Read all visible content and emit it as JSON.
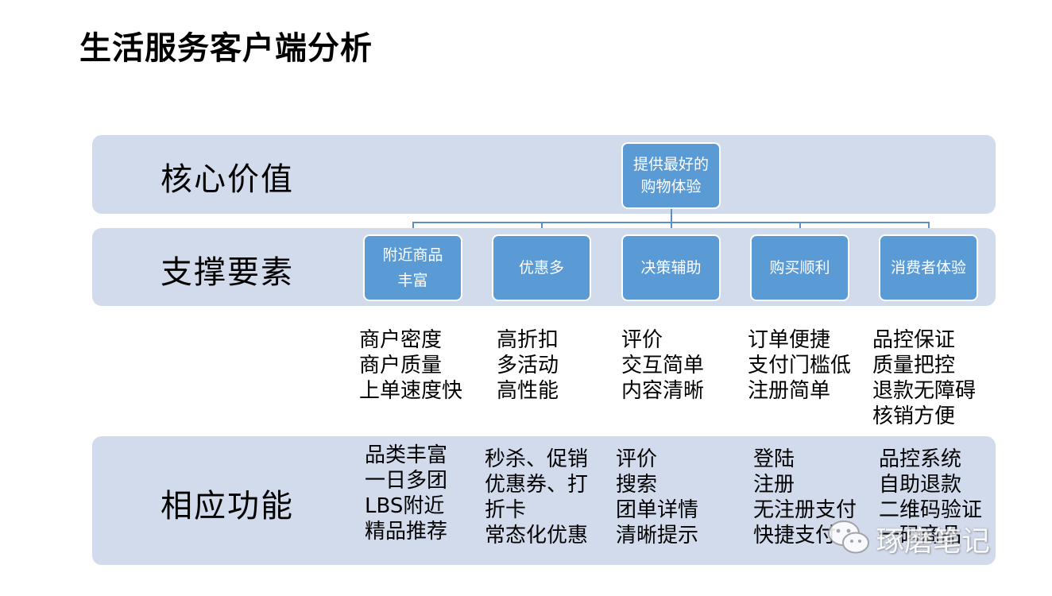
{
  "title": "生活服务客户端分析",
  "rows": {
    "core": {
      "label": "核心价值",
      "node": "提供最好的\n购物体验"
    },
    "support": {
      "label": "支撑要素",
      "nodes": [
        "附近商品\n丰富",
        "优惠多",
        "决策辅助",
        "购买顺利",
        "消费者体验"
      ]
    },
    "features": {
      "label": "相应功能"
    }
  },
  "support_details": [
    [
      "商户密度",
      "商户质量",
      "上单速度快"
    ],
    [
      "高折扣",
      "多活动",
      "高性能"
    ],
    [
      "评价",
      "交互简单",
      "内容清晰"
    ],
    [
      "订单便捷",
      "支付门槛低",
      "注册简单"
    ],
    [
      "品控保证",
      "质量把控",
      "退款无障碍",
      "核销方便"
    ]
  ],
  "feature_details": [
    [
      "品类丰富",
      "一日多团",
      "LBS附近",
      "精品推荐"
    ],
    [
      "秒杀、促销",
      "优惠券、打",
      "折卡",
      "常态化优惠"
    ],
    [
      "评价",
      "搜索",
      "团单详情",
      "清晰提示"
    ],
    [
      "登陆",
      "注册",
      "无注册支付",
      "快捷支付"
    ],
    [
      "品控系统",
      "自助退款",
      "二维码验证",
      "一码商品"
    ]
  ],
  "watermark": {
    "text": "琢磨笔记",
    "icon": "wechat-icon"
  },
  "colors": {
    "band": "#d1dbec",
    "node": "#5b9bd5",
    "connector": "#5b8fc6"
  }
}
